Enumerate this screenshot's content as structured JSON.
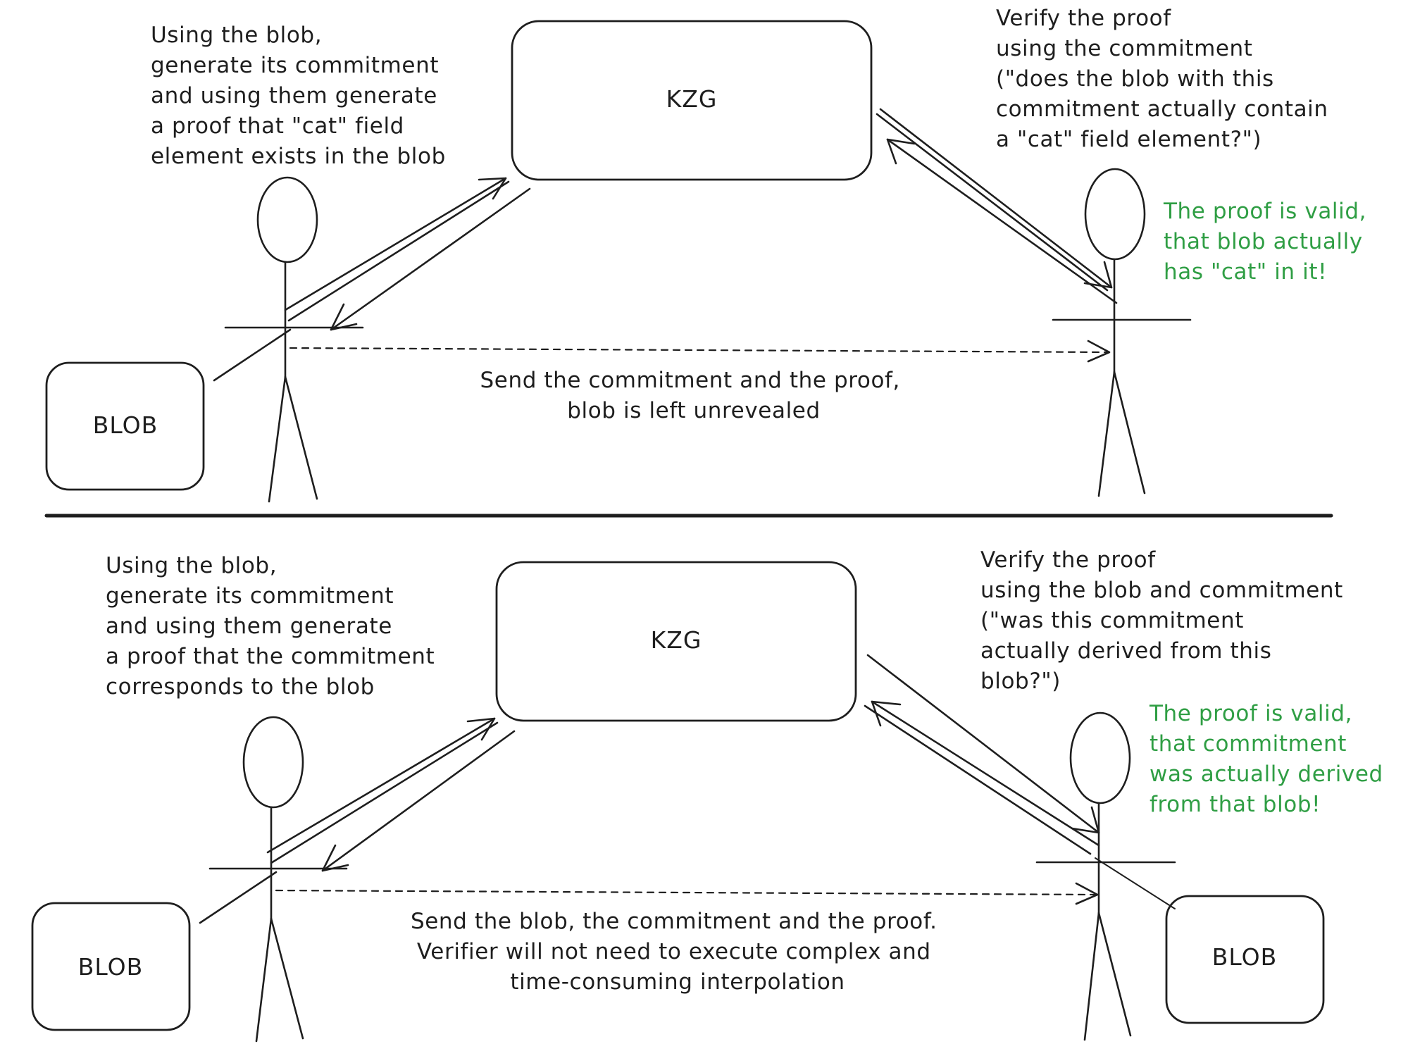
{
  "top": {
    "kzg_label": "KZG",
    "blob_label": "BLOB",
    "prover_note": [
      "Using the blob,",
      "generate its commitment",
      "and using them generate",
      "a proof that \"cat\" field",
      "element exists in the blob"
    ],
    "verifier_note": [
      "Verify the proof",
      "using the commitment",
      "(\"does the blob with this",
      "commitment actually contain",
      "a \"cat\" field element?\")"
    ],
    "result_note": [
      "The proof is valid,",
      "that blob actually",
      "has \"cat\" in it!"
    ],
    "send_note": [
      "Send the commitment and the proof,",
      "blob is left unrevealed"
    ]
  },
  "bottom": {
    "kzg_label": "KZG",
    "prover_blob_label": "BLOB",
    "verifier_blob_label": "BLOB",
    "prover_note": [
      "Using the blob,",
      "generate its commitment",
      "and using them generate",
      "a proof that the commitment",
      "corresponds to the blob"
    ],
    "verifier_note": [
      "Verify the proof",
      "using the blob and commitment",
      "(\"was this commitment",
      "actually derived from this",
      "blob?\")"
    ],
    "result_note": [
      "The proof is valid,",
      "that commitment",
      "was actually derived",
      "from that blob!"
    ],
    "send_note": [
      "Send the blob, the commitment and the proof.",
      "Verifier will not need to execute complex and",
      "time-consuming interpolation"
    ]
  },
  "colors": {
    "ink": "#1e1e1e",
    "green": "#2f9e44"
  },
  "icons": {
    "arrow_head": "arrowhead",
    "stick_figure": "stick-figure"
  }
}
